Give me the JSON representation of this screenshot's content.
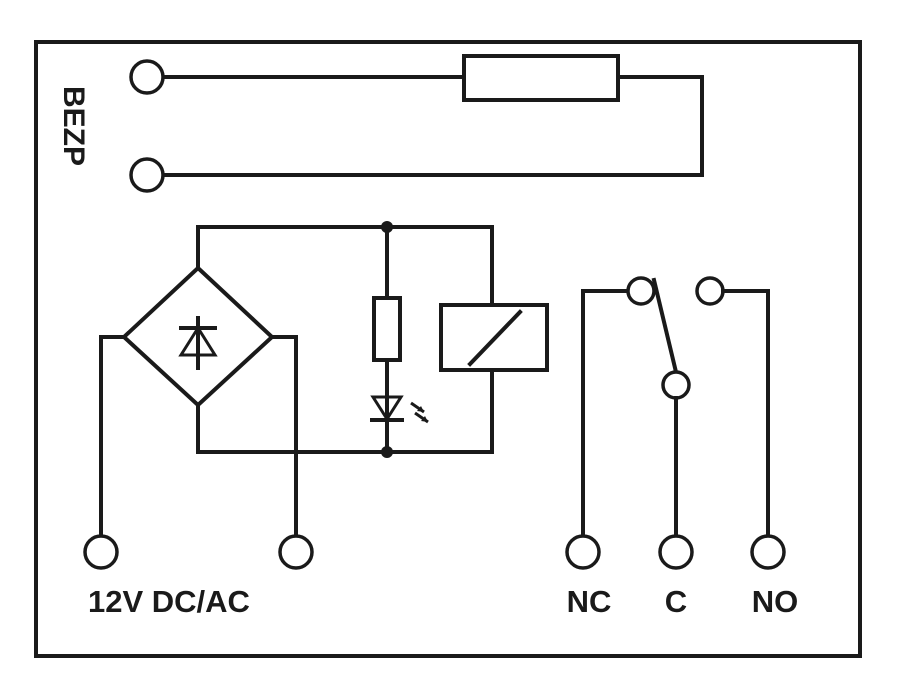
{
  "labels": {
    "mains": "BEZP",
    "supply": "12V DC/AC",
    "nc": "NC",
    "common": "C",
    "no": "NO"
  },
  "colors": {
    "line": "#1a1a1a",
    "background": "#ffffff"
  }
}
